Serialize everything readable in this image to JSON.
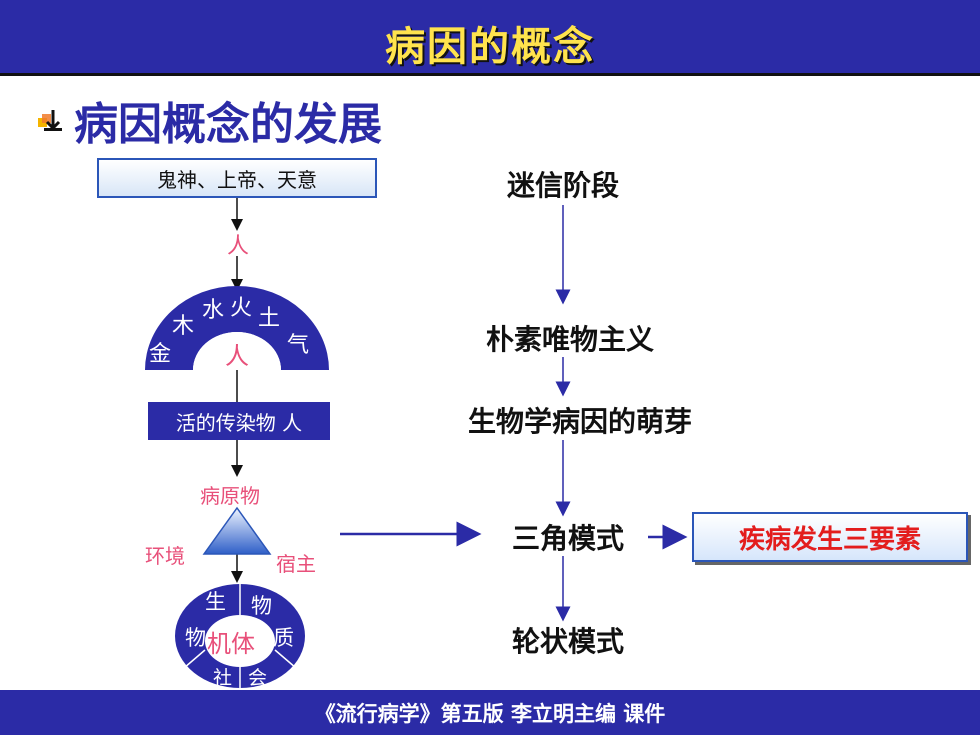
{
  "header": {
    "title": "病因的概念"
  },
  "heading": "病因概念的发展",
  "left_chain": {
    "gods_box": "鬼神、上帝、天意",
    "person_label": "人",
    "five_elements": [
      "金",
      "木",
      "水",
      "火",
      "土",
      "气"
    ],
    "five_elements_center": "人",
    "contagion_box": "活的传染物  人",
    "triangle": {
      "top": "病原物",
      "left": "环境",
      "right": "宿主"
    },
    "wheel": {
      "top_left": "生",
      "top_right": "物",
      "left": "物",
      "right": "质",
      "bottom_left": "社",
      "bottom_right": "会",
      "center": "机体"
    }
  },
  "stages": [
    "迷信阶段",
    "朴素唯物主义",
    "生物学病因的萌芽",
    "三角模式",
    "轮状模式"
  ],
  "triad_box": "疾病发生三要素",
  "footer": {
    "text": "《流行病学》第五版 李立明主编 课件"
  },
  "colors": {
    "primary_blue": "#2b2ba6",
    "title_yellow": "#ffe34d",
    "pink_label": "#e8507a",
    "triad_red": "#e31d1d"
  }
}
